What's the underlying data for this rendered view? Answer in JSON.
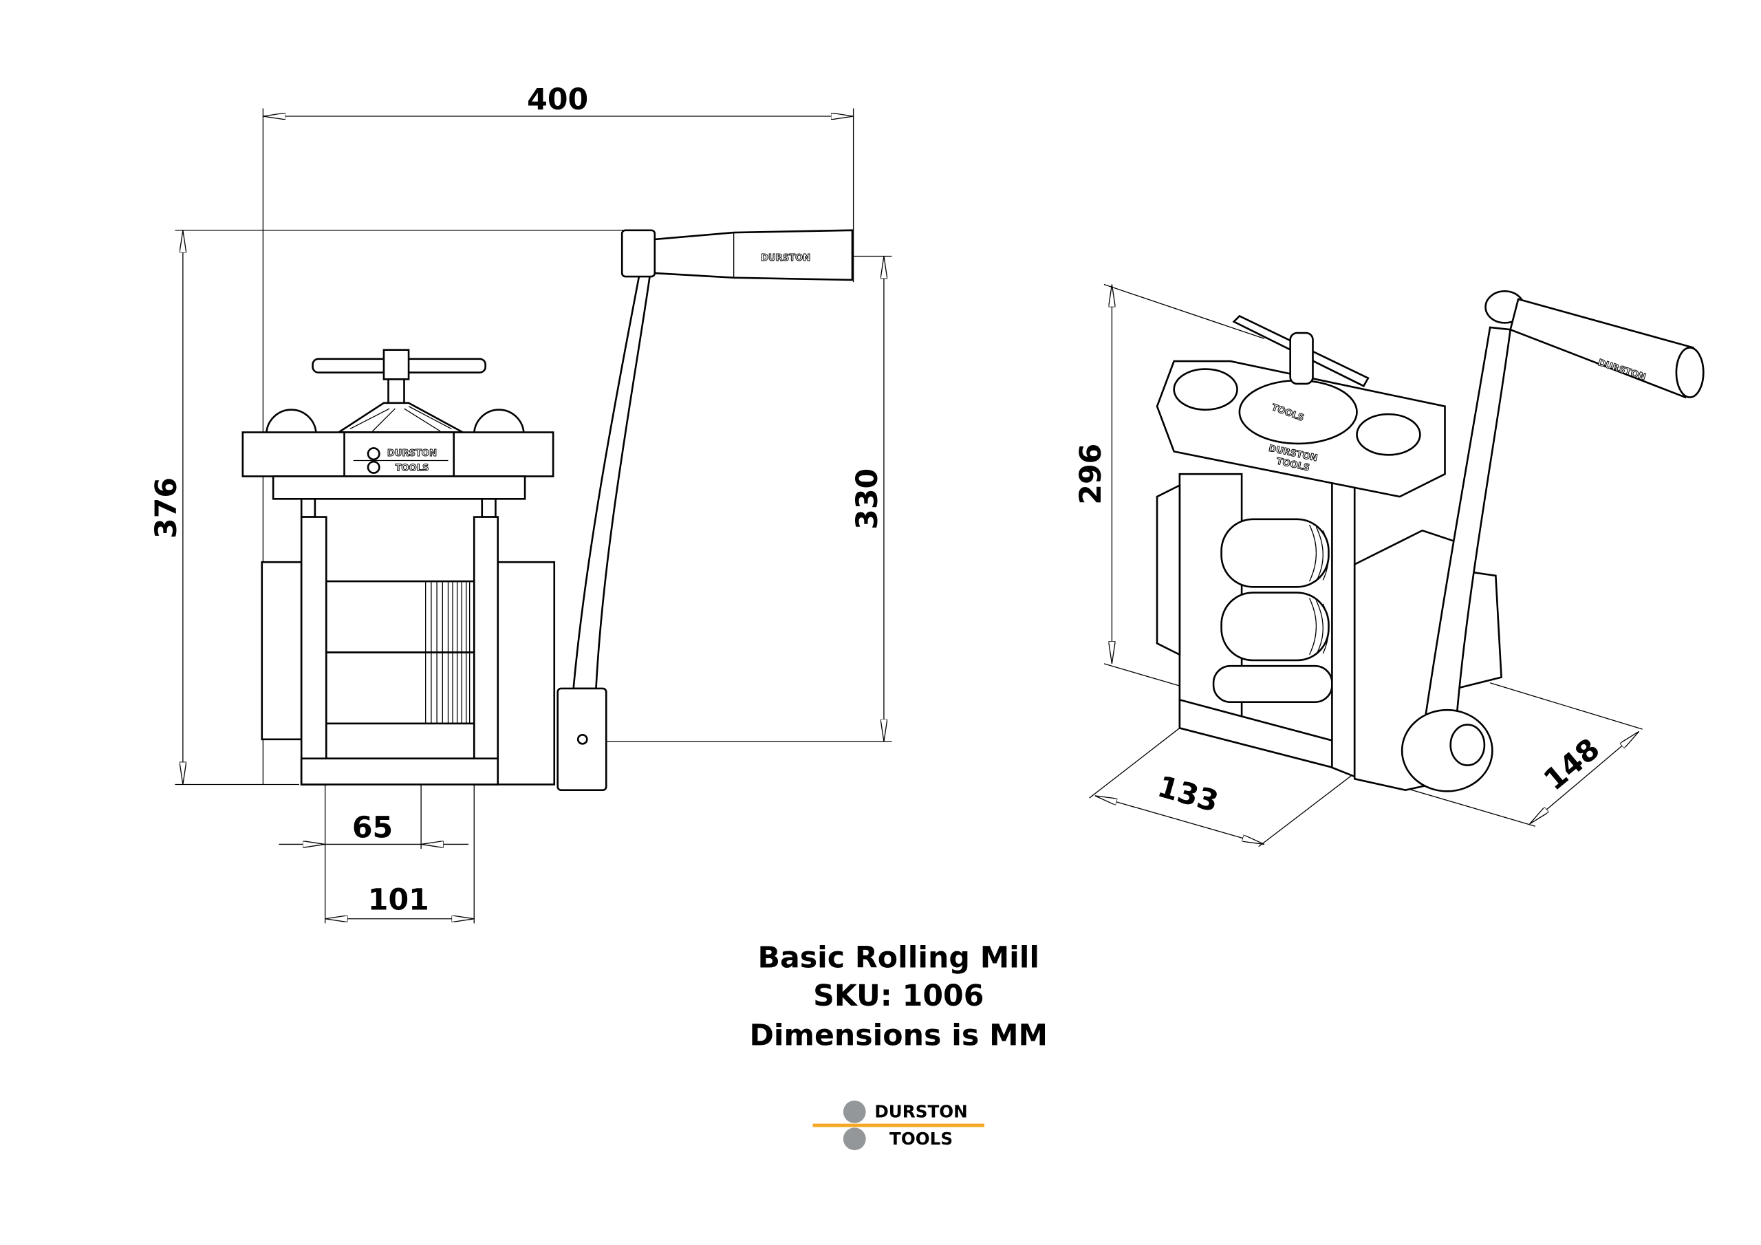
{
  "dimensions": {
    "overall_width": "400",
    "overall_height": "376",
    "handle_height": "330",
    "roll_length": "65",
    "frame_width": "101",
    "iso_height": "296",
    "iso_depth": "133",
    "iso_width": "148"
  },
  "engravings": {
    "handle": "DURSTON",
    "plate_line1": "DURSTON",
    "plate_line2": "TOOLS",
    "dial": "TOOLS"
  },
  "caption": {
    "line1": "Basic Rolling Mill",
    "line2": "SKU: 1006",
    "line3": "Dimensions is MM"
  },
  "logo": {
    "line1": "DURSTON",
    "line2": "TOOLS",
    "accent_color": "#f5a623",
    "circle_color": "#939799"
  }
}
